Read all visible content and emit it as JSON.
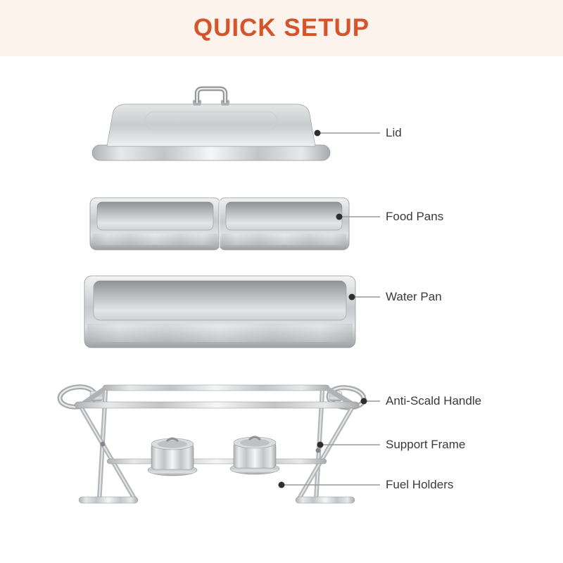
{
  "theme": {
    "accent": "#d4542c",
    "band": "#fdf3ed",
    "label_color": "#3a3a3a",
    "callout_line": "#9a9a9a",
    "callout_dot": "#2e2e2e",
    "steel_light": "#f4f6f7",
    "steel_dark": "#a8abad"
  },
  "header": {
    "title": "QUICK SETUP"
  },
  "callouts": [
    {
      "id": "lid",
      "label": "Lid"
    },
    {
      "id": "food-pans",
      "label": "Food Pans"
    },
    {
      "id": "water-pan",
      "label": "Water Pan"
    },
    {
      "id": "anti-scald-handle",
      "label": "Anti-Scald Handle"
    },
    {
      "id": "support-frame",
      "label": "Support Frame"
    },
    {
      "id": "fuel-holders",
      "label": "Fuel Holders"
    }
  ]
}
